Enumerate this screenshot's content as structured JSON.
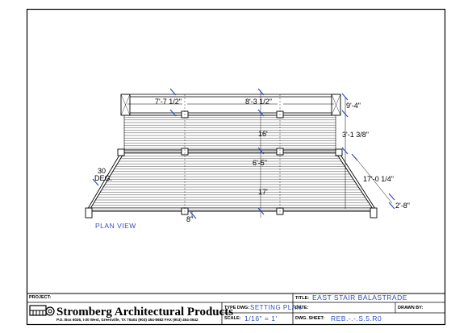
{
  "drawing": {
    "plan_label": "PLAN VIEW",
    "dims": {
      "left_top_width": "7'-7 1/2\"",
      "mid_top_width": "8'-3 1/2\"",
      "right_top_width": "9'-4\"",
      "right_upper_depth": "3'-1 3/8\"",
      "center_upper_length": "16'",
      "center_lower_depth": "6'-5\"",
      "center_lower_length": "17'",
      "right_diagonal": "17'-0 1/4\"",
      "right_end": "2'-8\"",
      "angle_value": "30",
      "angle_unit": "DEG.",
      "post_width": "8\""
    }
  },
  "title_block": {
    "project_label": "PROJECT:",
    "title_label": "TITLE:",
    "title_value": "EAST STAIR BALASTRADE",
    "date_label": "DATE:",
    "drawn_by_label": "DRAWN BY:",
    "type_dwg_label": "TYPE DWG:",
    "type_dwg_value": "SETTING PLAN",
    "scale_label": "SCALE:",
    "scale_value": "1/16\" = 1'",
    "dwg_sheet_label": "DWG. SHEET:",
    "dwg_sheet_value": "REB.-.-.S.5.R0",
    "company_name": "Stromberg Architectural Products",
    "company_address": "P.O. Box 6036, I-30 West, Greenville, TX 75404  (903) 454-8682  FAX (903) 454-3642"
  },
  "colors": {
    "line": "#000000",
    "dimension_text": "#000000",
    "title_text": "#2a4fc0",
    "dimension_tick": "#2a4fc0"
  }
}
